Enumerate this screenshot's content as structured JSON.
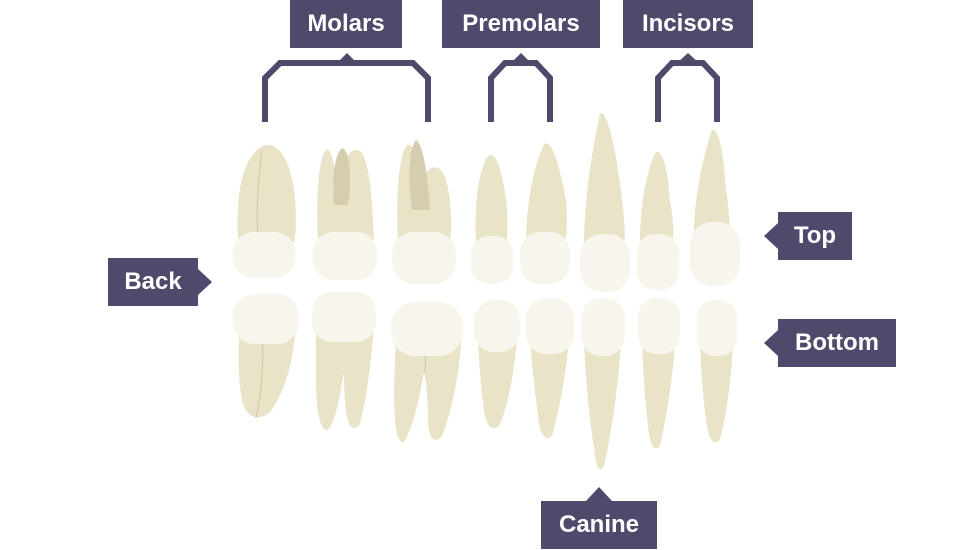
{
  "labels": {
    "molars": "Molars",
    "premolars": "Premolars",
    "incisors": "Incisors",
    "top": "Top",
    "back": "Back",
    "bottom": "Bottom",
    "canine": "Canine"
  },
  "colors": {
    "label_bg": "#4d4a6b",
    "label_text": "#ffffff",
    "tooth_root": "#e9e3c7",
    "tooth_crown": "#f8f6ec",
    "tooth_pulp": "#d6cdae",
    "bracket": "#4d4a6b"
  }
}
